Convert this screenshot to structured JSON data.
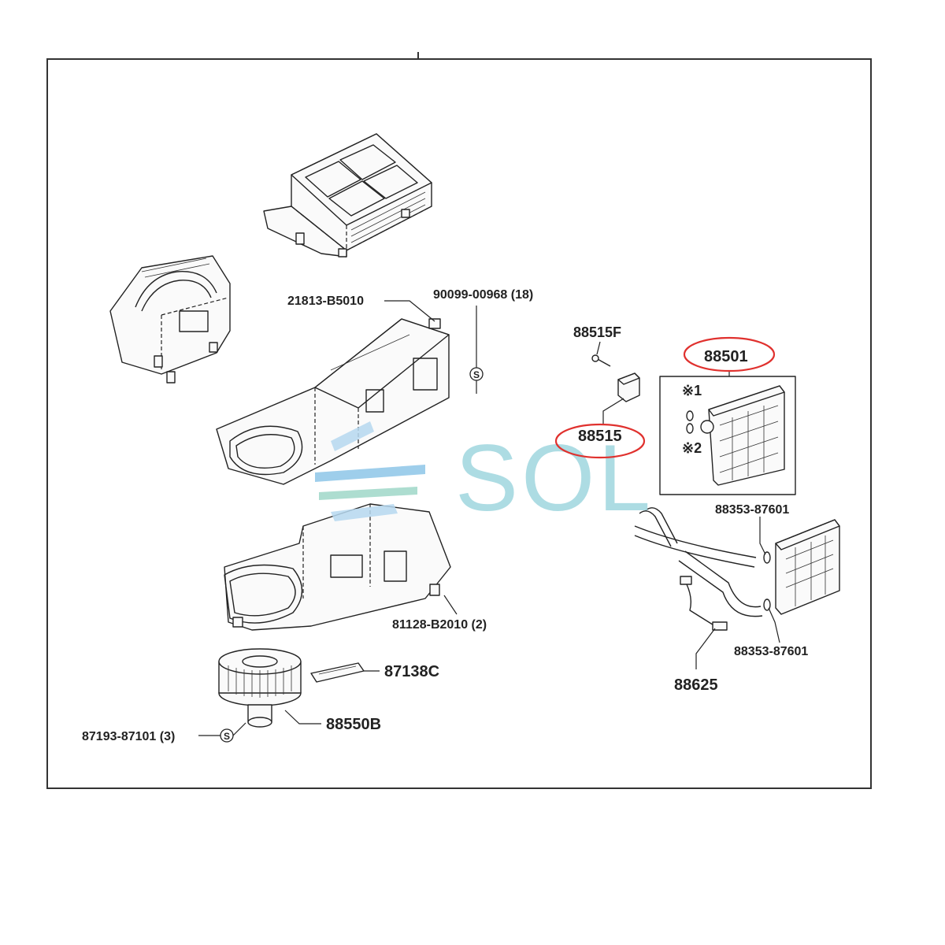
{
  "diagram": {
    "callouts": {
      "p21813": "21813-B5010",
      "p90099": "90099-00968 (18)",
      "p88515F": "88515F",
      "p88515": "88515",
      "p88501": "88501",
      "mark1": "※1",
      "mark2": "※2",
      "p88353_top": "88353-87601",
      "p88353_bottom": "88353-87601",
      "p81128": "81128-B2010 (2)",
      "p87138C": "87138C",
      "p88625": "88625",
      "p87193": "87193-87101 (3)",
      "p88550B": "88550B",
      "screw_symbol": "S"
    },
    "highlighted_parts": [
      "88501",
      "88515"
    ],
    "highlight_color": "#e0312e"
  },
  "watermark": {
    "text": "SOL",
    "color": "#9fd6df",
    "stripe_colors": [
      "#8ec6e8",
      "#9fd8c8",
      "#b7d9f0"
    ]
  }
}
